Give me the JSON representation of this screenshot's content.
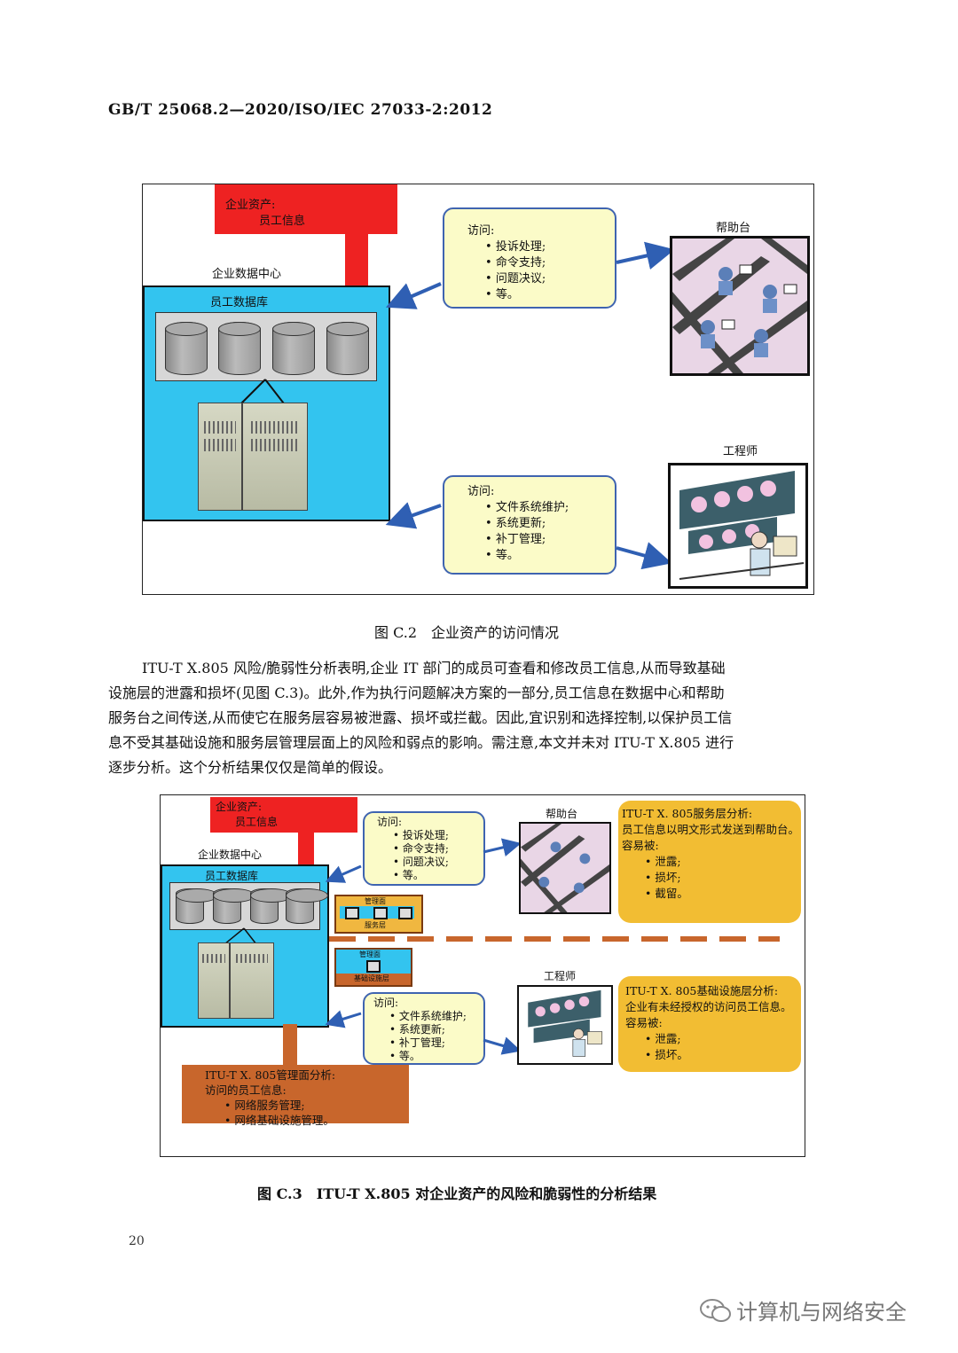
{
  "header": {
    "standard_code": "GB/T 25068.2—2020/ISO/IEC 27033-2:2012"
  },
  "figure_c2": {
    "enterprise_asset": {
      "line1": "企业资产:",
      "line2": "员工信息"
    },
    "data_center_label": "企业数据中心",
    "employee_db_label": "员工数据库",
    "helpdesk_label": "帮助台",
    "engineer_label": "工程师",
    "helpdesk_access": {
      "title": "访问:",
      "items": [
        "投诉处理;",
        "命令支持;",
        "问题决议;",
        "等。"
      ]
    },
    "engineer_access": {
      "title": "访问:",
      "items": [
        "文件系统维护;",
        "系统更新;",
        "补丁管理;",
        "等。"
      ]
    },
    "caption": "图 C.2　企业资产的访问情况"
  },
  "paragraph": {
    "lines": [
      "ITU-T X.805 风险/脆弱性分析表明,企业 IT 部门的成员可查看和修改员工信息,从而导致基础",
      "设施层的泄露和损坏(见图 C.3)。此外,作为执行问题解决方案的一部分,员工信息在数据中心和帮助",
      "服务台之间传送,从而使它在服务层容易被泄露、损坏或拦截。因此,宜识别和选择控制,以保护员工信",
      "息不受其基础设施和服务层管理层面上的风险和弱点的影响。需注意,本文并未对 ITU-T X.805 进行",
      "逐步分析。这个分析结果仅仅是简单的假设。"
    ]
  },
  "figure_c3": {
    "enterprise_asset": {
      "line1": "企业资产:",
      "line2": "员工信息"
    },
    "data_center_label": "企业数据中心",
    "employee_db_label": "员工数据库",
    "helpdesk_label": "帮助台",
    "engineer_label": "工程师",
    "helpdesk_access": {
      "title": "访问:",
      "items": [
        "投诉处理;",
        "命令支持;",
        "问题决议;",
        "等。"
      ]
    },
    "engineer_access": {
      "title": "访问:",
      "items": [
        "文件系统维护;",
        "系统更新;",
        "补丁管理;",
        "等。"
      ]
    },
    "service_layer_analysis": {
      "title": "ITU-T X. 805服务层分析:",
      "line2": "员工信息以明文形式发送到帮助台。",
      "line3": "容易被:",
      "items": [
        "泄露;",
        "损坏;",
        "截留。"
      ]
    },
    "infra_layer_analysis": {
      "title": "ITU-T X. 805基础设施层分析:",
      "line2": "企业有未经授权的访问员工信息。",
      "line3": "容易被:",
      "items": [
        "泄露;",
        "损坏。"
      ]
    },
    "management_plane_analysis": {
      "title": "ITU-T X. 805管理面分析:",
      "line2": "访问的员工信息:",
      "items": [
        "网络服务管理;",
        "网络基础设施管理。"
      ]
    },
    "mini_layer_top": {
      "top": "管理面",
      "bottom": "服务层"
    },
    "mini_layer_bottom": {
      "top": "管理面",
      "bottom": "基础设施层"
    },
    "caption": "图 C.3　ITU-T X.805 对企业资产的风险和脆弱性的分析结果"
  },
  "page_number": "20",
  "watermark": "计算机与网络安全",
  "colors": {
    "asset_red": "#ee2222",
    "datacenter_cyan": "#33c4ef",
    "access_box": "#fbfbc8",
    "arrow_blue": "#2f5fb3",
    "analysis_yellow": "#f2bd33",
    "mgmt_orange": "#c8662c"
  }
}
